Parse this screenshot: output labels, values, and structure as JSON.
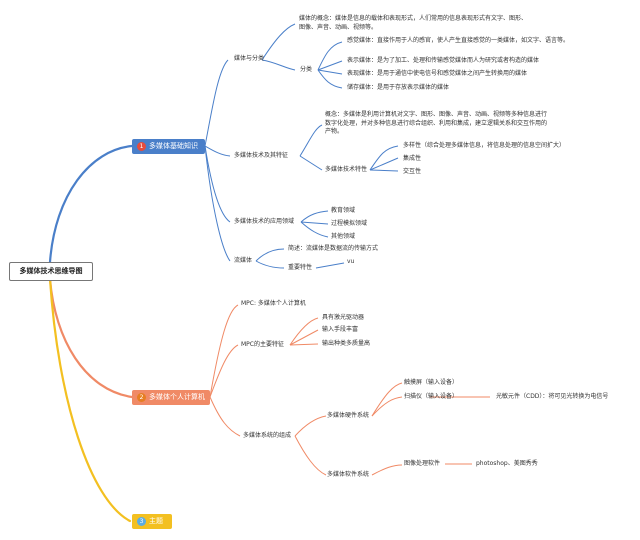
{
  "root": "多媒体技术思维导图",
  "branches": [
    {
      "num": "1",
      "label": "多媒体基础知识",
      "color": "#4a7fc9",
      "badge_color": "#e74c3c"
    },
    {
      "num": "2",
      "label": "多媒体个人计算机",
      "color": "#f08a66",
      "badge_color": "#e67e22"
    },
    {
      "num": "3",
      "label": "主题",
      "color": "#f3c021",
      "badge_color": "#5dade2"
    }
  ],
  "b1": {
    "media_class": "媒体与分类",
    "concept": "媒体的概念：媒体是信息的载体和表现形式，人们常用的信息表现形式有文字、图形、图像、声音、动画、视频等。",
    "classify": "分类",
    "c1": "感觉媒体：直接作用于人的感官，使人产生直接感觉的一类媒体，如文字、语言等。",
    "c2": "表示媒体：是为了加工、处理和传输感觉媒体而人为研究或者构造的媒体",
    "c3": "表现媒体：是用于通信中使电信号和感觉媒体之间产生转换用的媒体",
    "c4": "储存媒体：是用于存放表示媒体的媒体",
    "tech_feature": "多媒体技术及其特征",
    "tech_concept": "概念：多媒体是利用计算机对文字、图形、图像、声音、动画、视频等多种信息进行数字化处理，并对多种信息进行综合组织、利用和集成，建立逻辑关系和交互作用的产物。",
    "tech_char": "多媒体技术特性",
    "f1": "多样性（综合处理多媒体信息，将信息处理的信息空间扩大）",
    "f2": "集成性",
    "f3": "交互性",
    "application": "多媒体技术的应用领域",
    "a1": "教育领域",
    "a2": "过程模拟领域",
    "a3": "其他领域",
    "stream": "流媒体",
    "s1": "简述：流媒体是数据流的传输方式",
    "s2": "重要特性",
    "s3": "vu"
  },
  "b2": {
    "mpc": "MPC: 多媒体个人计算机",
    "mpc_feature": "MPC的主要特征",
    "m1": "具有激光驱动器",
    "m2": "输入手段丰富",
    "m3": "输出种类多质量高",
    "system": "多媒体系统的组成",
    "hardware": "多媒体硬件系统",
    "h1": "触摸屏（输入设备）",
    "h2": "扫描仪（输入设备）",
    "h3": "光敏元件（CDD）：将可见光转换为电信号",
    "software": "多媒体软件系统",
    "sw1": "图像处理软件",
    "sw2": "photoshop、美图秀秀"
  }
}
